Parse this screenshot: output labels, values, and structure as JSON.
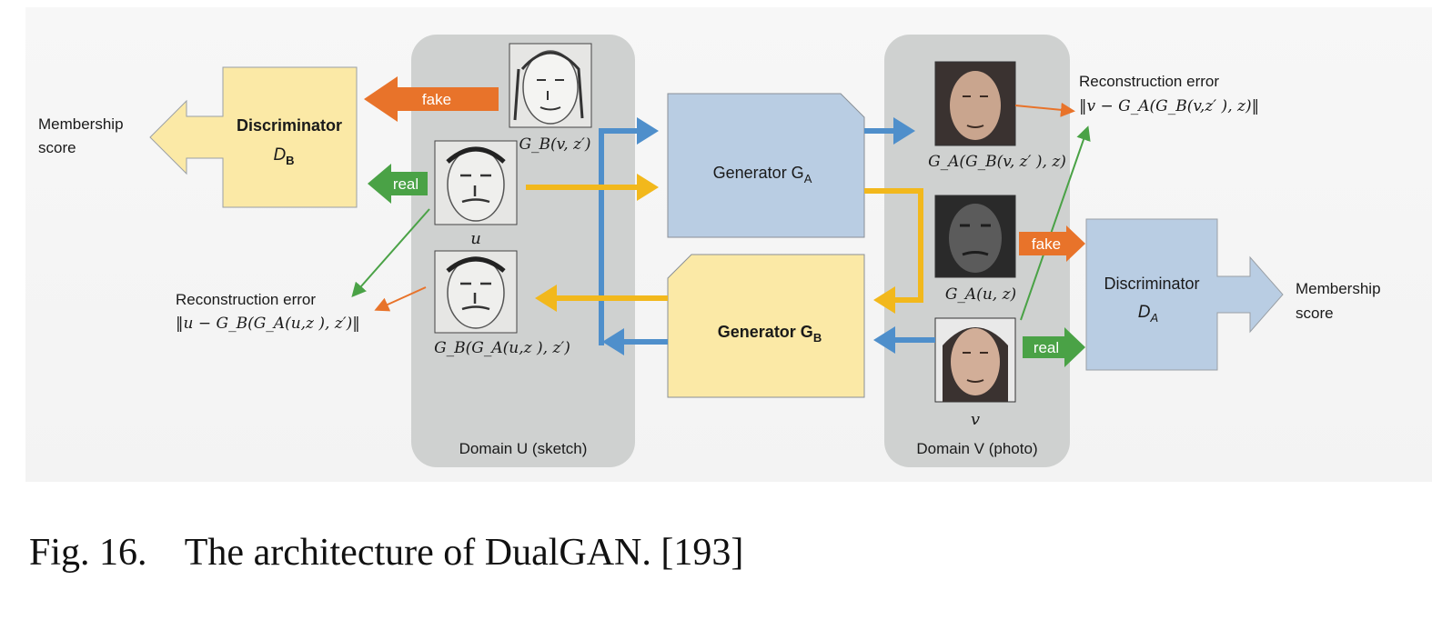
{
  "caption": "Fig. 16.    The architecture of DualGAN. [193]",
  "domain_u": {
    "label": "Domain U (sketch)"
  },
  "domain_v": {
    "label": "Domain V (photo)"
  },
  "generator_a": {
    "label": "Generator G",
    "sub": "A"
  },
  "generator_b": {
    "label": "Generator G",
    "sub": "B"
  },
  "discriminator_b": {
    "label": "Discriminator",
    "sym": "D",
    "sub": "B"
  },
  "discriminator_a": {
    "label": "Discriminator",
    "sym": "D",
    "sub": "A"
  },
  "membership_left": {
    "line1": "Membership",
    "line2": "score"
  },
  "membership_right": {
    "line1": "Membership",
    "line2": "score"
  },
  "labels": {
    "fake": "fake",
    "real": "real"
  },
  "recon_left": {
    "title": "Reconstruction error",
    "formula": "‖u − G_B(G_A(u,z ), z′)‖"
  },
  "recon_right": {
    "title": "Reconstruction error",
    "formula": "‖v − G_A(G_B(v,z′ ), z)‖"
  },
  "math": {
    "u": "u",
    "v": "v",
    "gb_v": "G_B(v, z′)",
    "gb_ga_u": "G_B(G_A(u,z ), z′)",
    "ga_u": "G_A(u, z)",
    "ga_gb_v": "G_A(G_B(v, z′ ), z)"
  },
  "colors": {
    "domain_panel": "#cfd1d0",
    "generator_a_fill": "#b9cde3",
    "generator_b_fill": "#fbe9a6",
    "disc_b_fill": "#fbe9a6",
    "disc_a_fill": "#b9cde3",
    "blue_arrow": "#4f8fcb",
    "yellow_arrow": "#f2b81c",
    "orange": "#e8732a",
    "green": "#4aa246"
  }
}
